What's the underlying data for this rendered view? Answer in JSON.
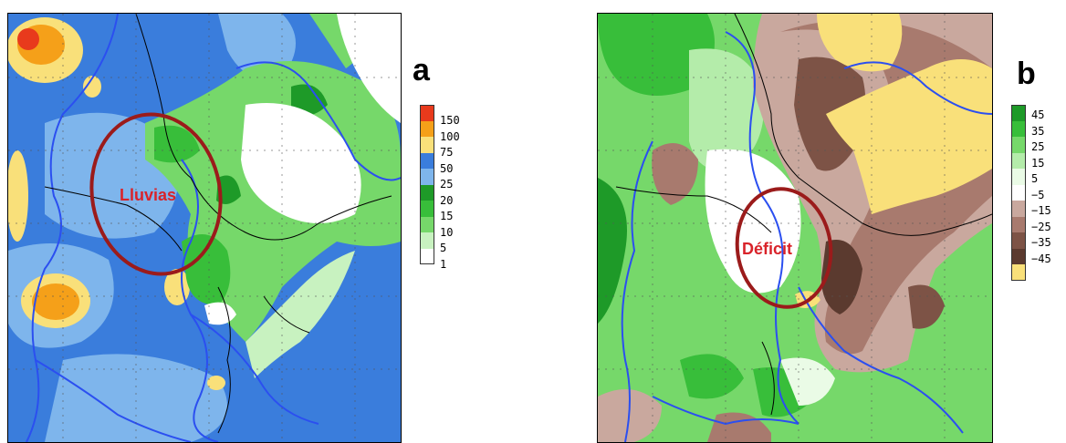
{
  "panels": {
    "a": {
      "letter": "a",
      "annotation": "Lluvias",
      "legend": {
        "colors": [
          "#e83a1c",
          "#f5a019",
          "#f9e07a",
          "#3a7ddc",
          "#7eb5ec",
          "#1e9a28",
          "#38be3a",
          "#76d86a",
          "#c8f2c0",
          "#ffffff"
        ],
        "labels": [
          "150",
          "100",
          "75",
          "50",
          "25",
          "20",
          "15",
          "10",
          "5",
          "1"
        ]
      }
    },
    "b": {
      "letter": "b",
      "annotation": "Déficit",
      "legend": {
        "colors": [
          "#1e9a28",
          "#38be3a",
          "#76d86a",
          "#b4ecaa",
          "#eafbe6",
          "#ffffff",
          "#c9a89e",
          "#a87a6e",
          "#7d5346",
          "#5b3a2f",
          "#f9e07a"
        ],
        "labels": [
          "45",
          "35",
          "25",
          "15",
          "5",
          "−5",
          "−15",
          "−25",
          "−35",
          "−45"
        ]
      }
    }
  },
  "colors": {
    "ellipse": "#9b1b1b",
    "border_country": "#2b4ff0",
    "border_state": "#000000"
  }
}
